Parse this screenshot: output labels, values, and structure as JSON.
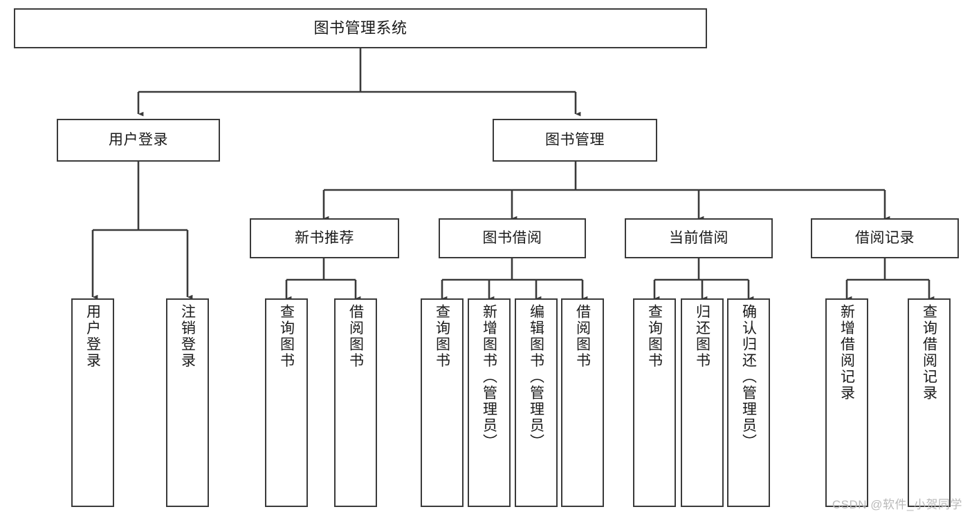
{
  "diagram": {
    "title": "图书管理系统",
    "type": "hierarchy-tree",
    "watermark": "CSDN @软件_小贺同学",
    "colors": {
      "stroke": "#3a3a3a",
      "background": "#ffffff",
      "text": "#1a1a1a",
      "watermark": "#b9b9b9"
    },
    "root": {
      "label": "图书管理系统"
    },
    "level1": [
      {
        "label": "用户登录"
      },
      {
        "label": "图书管理"
      }
    ],
    "level2": [
      {
        "label": "新书推荐"
      },
      {
        "label": "图书借阅"
      },
      {
        "label": "当前借阅"
      },
      {
        "label": "借阅记录"
      }
    ],
    "leaves": {
      "user_login": [
        {
          "label": "用户登录"
        },
        {
          "label": "注销登录"
        }
      ],
      "new_book_recommend": [
        {
          "label": "查询图书"
        },
        {
          "label": "借阅图书"
        }
      ],
      "book_borrow": [
        {
          "label": "查询图书"
        },
        {
          "label": "新增图书（管理员）"
        },
        {
          "label": "编辑图书（管理员）"
        },
        {
          "label": "借阅图书"
        }
      ],
      "current_borrow": [
        {
          "label": "查询图书"
        },
        {
          "label": "归还图书"
        },
        {
          "label": "确认归还（管理员）"
        }
      ],
      "borrow_record": [
        {
          "label": "新增借阅记录"
        },
        {
          "label": "查询借阅记录"
        }
      ]
    }
  }
}
